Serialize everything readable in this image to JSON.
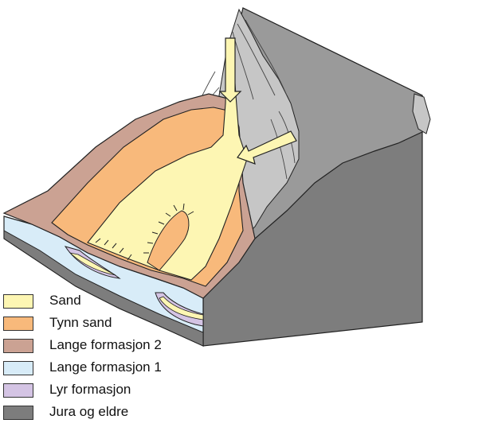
{
  "legend": {
    "items": [
      {
        "label": "Sand",
        "color": "#fdf6b3"
      },
      {
        "label": "Tynn sand",
        "color": "#f8b97b"
      },
      {
        "label": "Lange formasjon 2",
        "color": "#cba293"
      },
      {
        "label": "Lange formasjon 1",
        "color": "#d8ecf8"
      },
      {
        "label": "Lyr formasjon",
        "color": "#d4c4e4"
      },
      {
        "label": "Jura og eldre",
        "color": "#7d7d7d"
      }
    ]
  },
  "colors": {
    "sand": "#fdf6b3",
    "thin_sand": "#f8b97b",
    "lange2": "#cba293",
    "lange1": "#d8ecf8",
    "lyr": "#d4c4e4",
    "jura_dark": "#7d7d7d",
    "jura_mid": "#9a9a9a",
    "jura_light": "#c6c6c6",
    "outline": "#222222"
  }
}
